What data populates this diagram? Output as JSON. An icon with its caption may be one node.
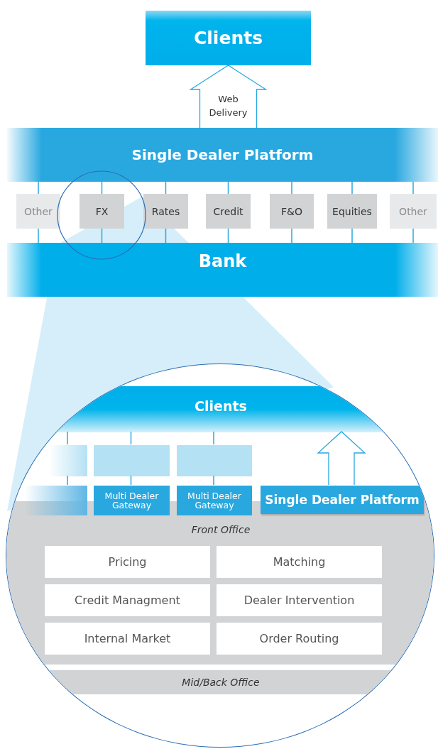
{
  "diagram": {
    "nodes": [
      {
        "text": [
          "Clients"
        ]
      },
      {
        "text": [
          "Single Dealer Platform"
        ]
      },
      {
        "text": [
          "Other"
        ]
      },
      {
        "text": [
          "FX"
        ]
      },
      {
        "text": [
          "Rates"
        ]
      },
      {
        "text": [
          "Credit"
        ]
      },
      {
        "text": [
          "F&O"
        ]
      },
      {
        "text": [
          "Equities"
        ]
      },
      {
        "text": [
          "Other"
        ]
      },
      {
        "text": [
          "Bank"
        ]
      },
      {
        "text": [],
        "shape": "circle"
      },
      {
        "text": [
          "Clients"
        ],
        "in": 10
      },
      {
        "text": [],
        "shape": "box",
        "in": 10
      },
      {
        "text": [],
        "shape": "box",
        "in": 10
      },
      {
        "text": [],
        "shape": "box",
        "in": 10
      },
      {
        "text": [],
        "shape": "box",
        "in": 10
      },
      {
        "text": [
          "Multi Dealer Gateway"
        ],
        "in": 10
      },
      {
        "text": [
          "Multi Dealer Gateway"
        ],
        "in": 10
      },
      {
        "text": [
          "Single Dealer Platform"
        ],
        "in": 10
      },
      {
        "text": [
          "Front Office"
        ],
        "in": 10
      },
      {
        "text": [
          "Pricing"
        ],
        "in": 19
      },
      {
        "text": [
          "Matching"
        ],
        "in": 19
      },
      {
        "text": [
          "Credit Managment"
        ],
        "in": 19
      },
      {
        "text": [
          "Dealer Intervention"
        ],
        "in": 19
      },
      {
        "text": [
          "Internal Market"
        ],
        "in": 19
      },
      {
        "text": [
          "Order Routing"
        ],
        "in": 19
      },
      {
        "text": [
          "Mid/Back Office"
        ],
        "in": 10
      }
    ],
    "edges": [
      {
        "from": 1,
        "to": 0,
        "arrow": "to",
        "label": "Web Delivery"
      },
      {
        "from": 1,
        "to": 2,
        "arrow": "none"
      },
      {
        "from": 1,
        "to": 3,
        "arrow": "none"
      },
      {
        "from": 1,
        "to": 4,
        "arrow": "none"
      },
      {
        "from": 1,
        "to": 5,
        "arrow": "none"
      },
      {
        "from": 1,
        "to": 6,
        "arrow": "none"
      },
      {
        "from": 1,
        "to": 7,
        "arrow": "none"
      },
      {
        "from": 1,
        "to": 8,
        "arrow": "none"
      },
      {
        "from": 2,
        "to": 9,
        "arrow": "none"
      },
      {
        "from": 3,
        "to": 9,
        "arrow": "none"
      },
      {
        "from": 4,
        "to": 9,
        "arrow": "none"
      },
      {
        "from": 5,
        "to": 9,
        "arrow": "none"
      },
      {
        "from": 6,
        "to": 9,
        "arrow": "none"
      },
      {
        "from": 7,
        "to": 9,
        "arrow": "none"
      },
      {
        "from": 8,
        "to": 9,
        "arrow": "none"
      },
      {
        "from": 11,
        "to": 12,
        "arrow": "none"
      },
      {
        "from": 11,
        "to": 13,
        "arrow": "none"
      },
      {
        "from": 11,
        "to": 14,
        "arrow": "none"
      },
      {
        "from": 12,
        "to": 15,
        "arrow": "none"
      },
      {
        "from": 13,
        "to": 16,
        "arrow": "none"
      },
      {
        "from": 14,
        "to": 17,
        "arrow": "none"
      },
      {
        "from": 18,
        "to": 11,
        "arrow": "to"
      }
    ]
  }
}
